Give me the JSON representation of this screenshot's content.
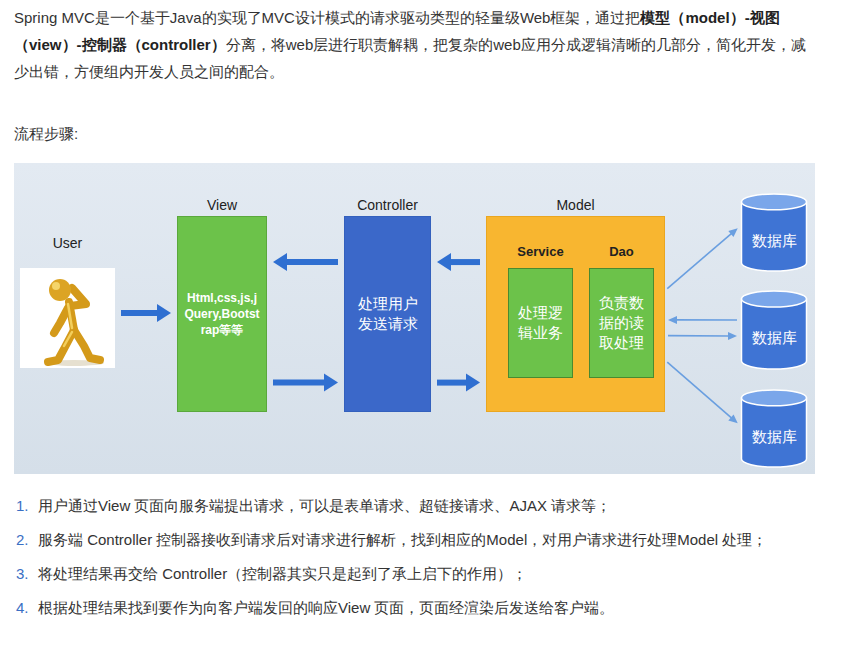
{
  "diagram": {
    "nodes": [
      {
        "text": [
          "User"
        ]
      },
      {
        "text": [
          "View",
          "Html,css,js,jQuery,Bootstrap等等"
        ]
      },
      {
        "text": [
          "Controller",
          "处理用户发送请求"
        ]
      },
      {
        "text": [
          "Model"
        ]
      },
      {
        "text": [
          "Service",
          "处理逻辑业务"
        ],
        "in": 3
      },
      {
        "text": [
          "Dao",
          "负责数据的读取处理"
        ],
        "in": 3
      },
      {
        "text": [
          "数据库"
        ]
      },
      {
        "text": [
          "数据库"
        ]
      },
      {
        "text": [
          "数据库"
        ]
      }
    ],
    "edges": [
      {
        "from": 0,
        "to": 1,
        "arrow": "to"
      },
      {
        "from": 1,
        "to": 2,
        "arrow": "to"
      },
      {
        "from": 2,
        "to": 1,
        "arrow": "to"
      },
      {
        "from": 2,
        "to": 3,
        "arrow": "to"
      },
      {
        "from": 3,
        "to": 2,
        "arrow": "to"
      },
      {
        "from": 3,
        "to": 6,
        "arrow": "to"
      },
      {
        "from": 7,
        "to": 3,
        "arrow": "to"
      },
      {
        "from": 3,
        "to": 7,
        "arrow": "to"
      },
      {
        "from": 3,
        "to": 8,
        "arrow": "to"
      }
    ],
    "labels": [
      "Spring MVC是一个基于Java的实现了MVC设计模式的请求驱动类型的轻量级Web框架，通过把",
      "模型（model）-视图（view）-控制器（controller）",
      "分离，将web层进行职责解耦，把复杂的web应用分成逻辑清晰的几部分，简化开发，减少出错，方便组内开发人员之间的配合。",
      "流程步骤:",
      "1.",
      "用户通过View 页面向服务端提出请求，可以是表单请求、超链接请求、AJAX 请求等；",
      "2.",
      "服务端 Controller 控制器接收到请求后对请求进行解析，找到相应的Model，对用户请求进行处理Model 处理；",
      "3.",
      "将处理结果再交给 Controller（控制器其实只是起到了承上启下的作用）；",
      "4.",
      "根据处理结果找到要作为向客户端发回的响应View 页面，页面经渲染后发送给客户端。"
    ]
  }
}
